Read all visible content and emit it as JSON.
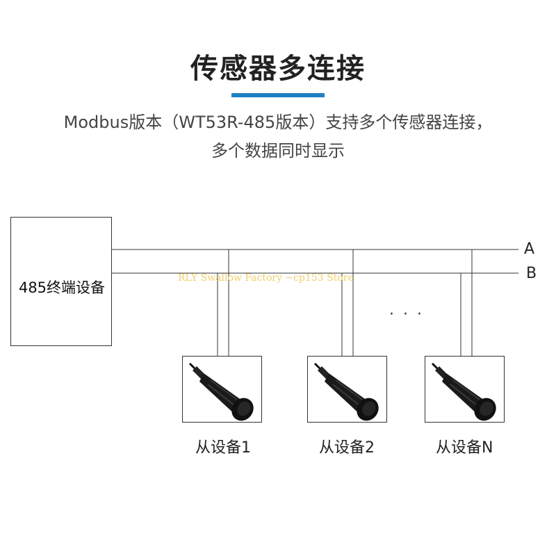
{
  "title": "传感器多连接",
  "subtitle": {
    "line1": "Modbus版本（WT53R-485版本）支持多个传感器连接，",
    "line2": "多个数据同时显示"
  },
  "master": {
    "label": "485终端设备"
  },
  "bus": {
    "a_label": "A",
    "b_label": "B"
  },
  "ellipsis": "· · ·",
  "watermark": "RLY Swallow Factory  ~cp153 Store",
  "slaves": [
    {
      "label": "从设备1",
      "image": "laser-sensor-icon"
    },
    {
      "label": "从设备2",
      "image": "laser-sensor-icon"
    },
    {
      "label": "从设备N",
      "image": "laser-sensor-icon"
    }
  ],
  "colors": {
    "accent": "#1f7fc4",
    "line": "#333333",
    "watermark": "#f0cf6a"
  }
}
